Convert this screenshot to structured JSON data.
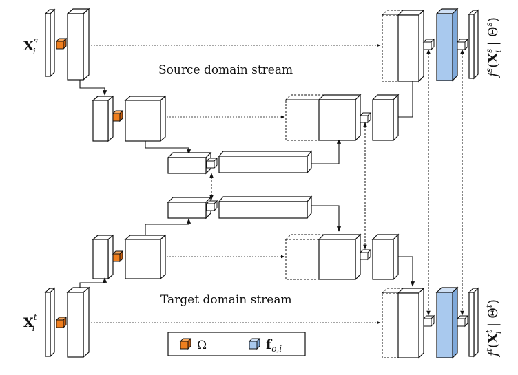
{
  "labels": {
    "source_stream": "Source domain stream",
    "target_stream": "Target domain stream"
  },
  "inputs": {
    "source": {
      "main": "X",
      "sup": "s",
      "sub": "i"
    },
    "target": {
      "main": "X",
      "sup": "t",
      "sub": "i"
    }
  },
  "outputs": {
    "source": {
      "text": "f^s(X_i^s | Θ^s)",
      "f": "f",
      "sup": "s",
      "open": "(",
      "X": "X",
      "xsup": "s",
      "xsub": "i",
      "bar": " | ",
      "theta": "Θ",
      "tsup": "s",
      "close": ")"
    },
    "target": {
      "text": "f^t(X_i^t | Θ^t)",
      "f": "f",
      "sup": "t",
      "open": "(",
      "X": "X",
      "xsup": "t",
      "xsub": "i",
      "bar": " | ",
      "theta": "Θ",
      "tsup": "t",
      "close": ")"
    }
  },
  "legend": {
    "omega_label": "Ω",
    "feature_label": "f",
    "feature_sub": "o,i"
  },
  "colors": {
    "omega": "#f07f1e",
    "feature": "#a9c9ee",
    "stroke": "#111111"
  }
}
